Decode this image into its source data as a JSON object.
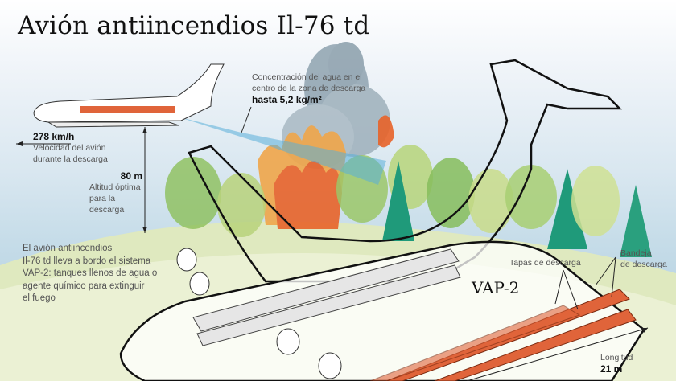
{
  "title": "Avión antiincendios Il-76 td",
  "annotations": {
    "concentration": {
      "line1": "Concentración del agua en el",
      "line2": "centro de la zona de descarga",
      "value": "hasta 5,2 kg/m²"
    },
    "speed": {
      "value": "278 km/h",
      "line1": "Velocidad del avión",
      "line2": "durante la descarga"
    },
    "altitude": {
      "value": "80 m",
      "line1": "Altitud óptima",
      "line2": "para la",
      "line3": "descarga"
    },
    "description": {
      "line1": "El avión antiincendios",
      "line2": "Il-76 td lleva a bordo el sistema",
      "line3": "VAP-2: tanques llenos de agua o",
      "line4": "agente químico para extinguir",
      "line5": "el fuego"
    },
    "system_label": "VAP-2",
    "covers": "Tapas de descarga",
    "tray": {
      "line1": "Bandeja",
      "line2": "de descarga"
    },
    "length": {
      "label": "Longitud",
      "value": "21 m"
    }
  },
  "colors": {
    "sky": "#c7dde9",
    "ground": "#d6e3b0",
    "tank_orange": "#e0643a",
    "water_blue": "#5aaed8",
    "fire_orange": "#f08a2a",
    "smoke_gray": "#8fa3b0",
    "tree_green": "#8cbf5a",
    "tree_teal": "#1f9a7a"
  }
}
